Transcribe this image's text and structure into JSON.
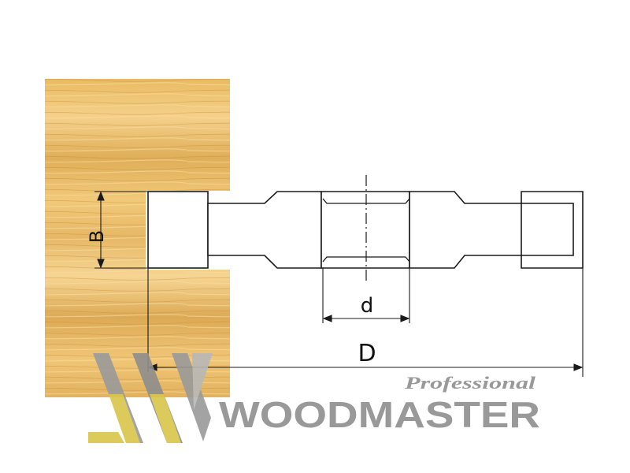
{
  "diagram": {
    "labels": {
      "height_label": "B",
      "bore_label": "d",
      "diameter_label": "D"
    }
  },
  "watermark": {
    "brand": "WOODMASTER",
    "tagline": "Professional"
  },
  "colors": {
    "wood_light": "#f3c978",
    "wood_mid": "#e2b15c",
    "wood_dark": "#c98f3b",
    "line": "#1a1a1a",
    "watermark_gray": "#8e8e8e",
    "watermark_yellow": "#d9c54a"
  }
}
